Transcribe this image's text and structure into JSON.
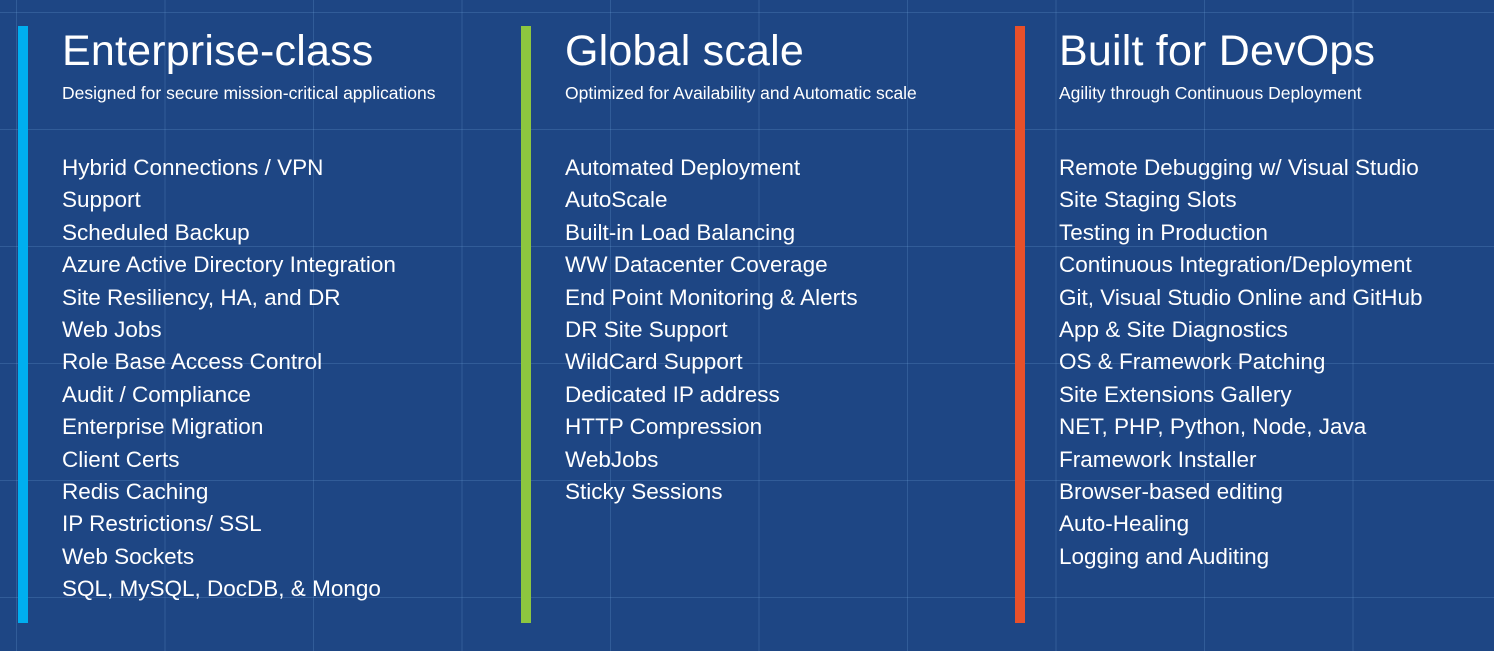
{
  "slide": {
    "background_color": "#1e4684",
    "grid_line_color": "#78aae1",
    "text_color": "#ffffff"
  },
  "columns": [
    {
      "accent_color": "#00aeef",
      "accent_name": "accent-bar-cyan",
      "title": "Enterprise-class",
      "subtitle": "Designed for secure mission-critical applications",
      "items": [
        "Hybrid Connections / VPN",
        "Support",
        "Scheduled Backup",
        "Azure Active Directory Integration",
        "Site Resiliency, HA, and DR",
        "Web Jobs",
        "Role Base Access Control",
        "Audit / Compliance",
        "Enterprise Migration",
        "Client Certs",
        "Redis Caching",
        "IP Restrictions/ SSL",
        "Web Sockets",
        "SQL, MySQL, DocDB, & Mongo"
      ]
    },
    {
      "accent_color": "#8dc63f",
      "accent_name": "accent-bar-green",
      "title": "Global scale",
      "subtitle": "Optimized for Availability and Automatic scale",
      "items": [
        "Automated Deployment",
        "AutoScale",
        "Built-in Load Balancing",
        "WW Datacenter Coverage",
        "End Point Monitoring & Alerts",
        "DR Site Support",
        "WildCard Support",
        "Dedicated IP address",
        "HTTP Compression",
        "WebJobs",
        "Sticky Sessions"
      ]
    },
    {
      "accent_color": "#e8502a",
      "accent_name": "accent-bar-orange",
      "title": "Built for DevOps",
      "subtitle": "Agility through Continuous Deployment",
      "items": [
        "Remote Debugging w/ Visual Studio",
        "Site Staging Slots",
        "Testing in Production",
        "Continuous Integration/Deployment",
        "Git, Visual Studio Online and GitHub",
        "App & Site Diagnostics",
        "OS & Framework Patching",
        "Site Extensions Gallery",
        "NET, PHP, Python, Node, Java",
        "Framework Installer",
        "Browser-based editing",
        "Auto-Healing",
        "Logging and Auditing"
      ]
    }
  ]
}
